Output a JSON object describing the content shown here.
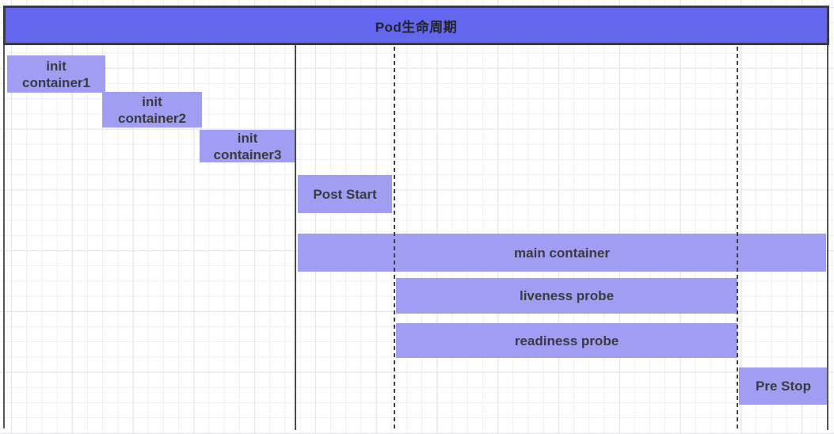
{
  "header": {
    "title": "Pod生命周期"
  },
  "diagram": {
    "type": "gantt-lifecycle",
    "bars": [
      {
        "id": "init-container1",
        "label": "init\ncontainer1",
        "row": 1,
        "phase": "init"
      },
      {
        "id": "init-container2",
        "label": "init\ncontainer2",
        "row": 2,
        "phase": "init"
      },
      {
        "id": "init-container3",
        "label": "init\ncontainer3",
        "row": 3,
        "phase": "init"
      },
      {
        "id": "post-start",
        "label": "Post Start",
        "row": 4,
        "phase": "hook"
      },
      {
        "id": "main-container",
        "label": "main container",
        "row": 5,
        "phase": "run"
      },
      {
        "id": "liveness-probe",
        "label": "liveness probe",
        "row": 6,
        "phase": "probe"
      },
      {
        "id": "readiness-probe",
        "label": "readiness probe",
        "row": 7,
        "phase": "probe"
      },
      {
        "id": "pre-stop",
        "label": "Pre Stop",
        "row": 8,
        "phase": "hook"
      }
    ],
    "guides": [
      {
        "id": "main-start-line",
        "style": "solid"
      },
      {
        "id": "probe-start-line",
        "style": "dashed"
      },
      {
        "id": "pre-stop-line",
        "style": "dashed"
      }
    ]
  },
  "colors": {
    "header_fill": "#6366ef",
    "bar_fill": "#a09ef2",
    "frame_line": "#4a4a50",
    "grid_minor": "#efeff3",
    "grid_major": "#e3e3ea",
    "text_dark": "#3a3a40"
  }
}
